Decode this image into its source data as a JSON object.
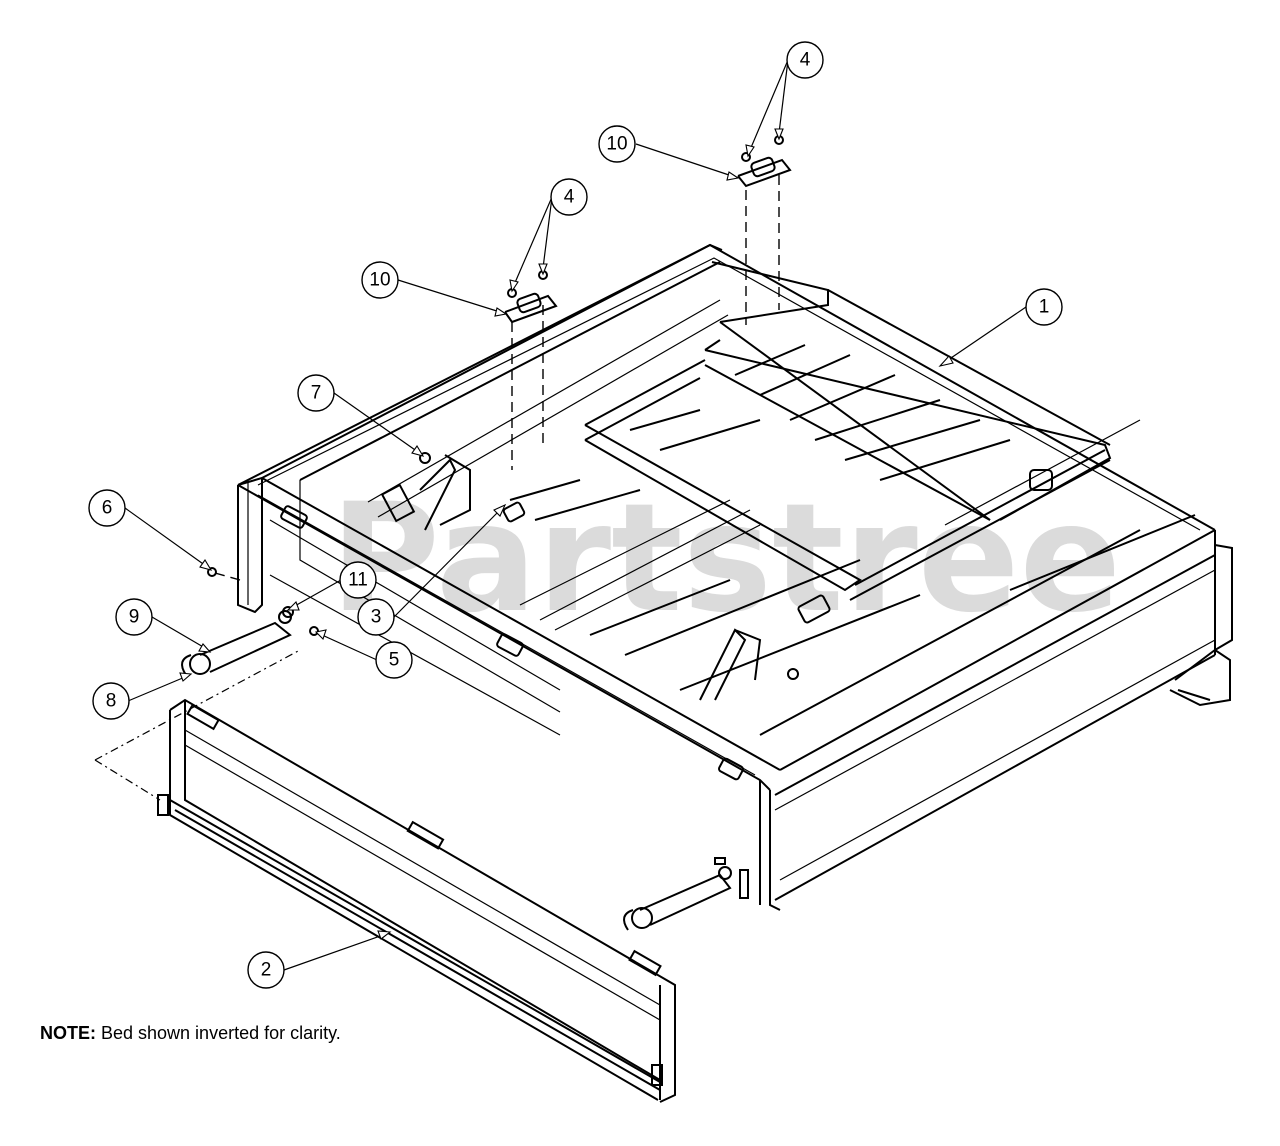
{
  "watermark": "Partstree",
  "note": {
    "label": "NOTE:",
    "text": " Bed shown inverted for clarity."
  },
  "callouts": [
    {
      "id": "callout-1",
      "label": "1"
    },
    {
      "id": "callout-2",
      "label": "2"
    },
    {
      "id": "callout-3",
      "label": "3"
    },
    {
      "id": "callout-4-left",
      "label": "4"
    },
    {
      "id": "callout-4-right",
      "label": "4"
    },
    {
      "id": "callout-5",
      "label": "5"
    },
    {
      "id": "callout-6",
      "label": "6"
    },
    {
      "id": "callout-7",
      "label": "7"
    },
    {
      "id": "callout-8",
      "label": "8"
    },
    {
      "id": "callout-9",
      "label": "9"
    },
    {
      "id": "callout-10-left",
      "label": "10"
    },
    {
      "id": "callout-10-right",
      "label": "10"
    },
    {
      "id": "callout-11",
      "label": "11"
    }
  ]
}
